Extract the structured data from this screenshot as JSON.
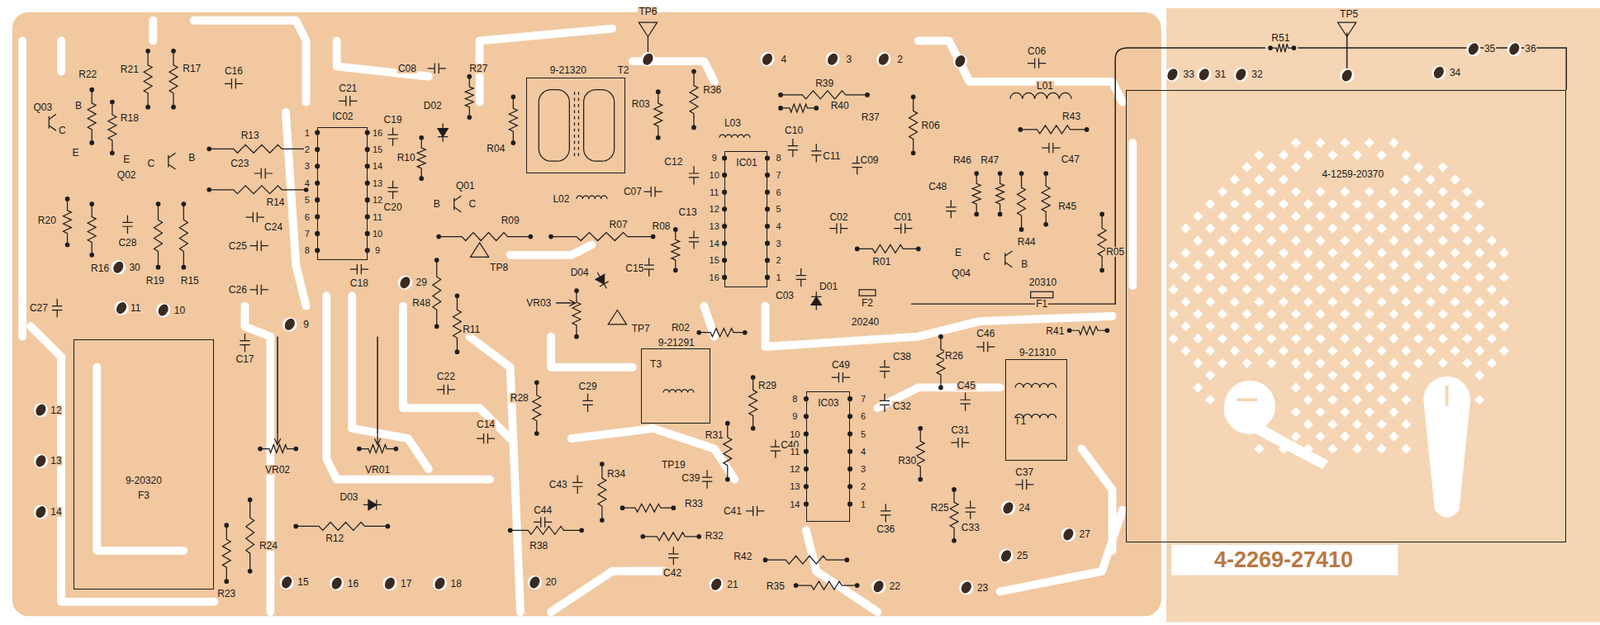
{
  "diagram": {
    "nodes": [
      {
        "text": [
          "IC02"
        ]
      },
      {
        "text": [
          "9-21320",
          "T2"
        ]
      },
      {
        "text": [
          "IC01"
        ]
      },
      {
        "text": [
          "4-1259-20370"
        ]
      },
      {
        "text": [
          "9-20320",
          "F3"
        ]
      },
      {
        "text": [
          "9-21291",
          "T3"
        ]
      },
      {
        "text": [
          "IC03"
        ]
      },
      {
        "text": [
          "9-21310",
          "T1"
        ]
      }
    ],
    "labels": [
      "R22",
      "R21",
      "R17",
      "C16",
      "Q03",
      "B",
      "C",
      "E",
      "R18",
      "R13",
      "E",
      "C",
      "B",
      "Q02",
      "C23",
      "R14",
      "C24",
      "R20",
      "C28",
      "R16",
      "30",
      "R19",
      "R15",
      "C25",
      "C26",
      "11",
      "10",
      "C27",
      "C17",
      "9",
      "12",
      "13",
      "14",
      "VR02",
      "VR01",
      "D03",
      "R12",
      "R23",
      "R24",
      "15",
      "16",
      "17",
      "18",
      "C21",
      "C08",
      "R27",
      "D02",
      "C19",
      "R10",
      "C20",
      "Q01",
      "B",
      "C",
      "R09",
      "R07",
      "TP8",
      "29",
      "C18",
      "R48",
      "R11",
      "VR03",
      "C22",
      "C14",
      "R28",
      "C29",
      "R04",
      "R03",
      "R36",
      "TP6",
      "L03",
      "C12",
      "L02",
      "C07",
      "R08",
      "C13",
      "D04",
      "C15",
      "TP7",
      "R02",
      "4",
      "3",
      "2",
      "R39",
      "R40",
      "R37",
      "C10",
      "C11",
      "C09",
      "R06",
      "C06",
      "L01",
      "R43",
      "C47",
      "R46",
      "R47",
      "C48",
      "R45",
      "R44",
      "C02",
      "C01",
      "R01",
      "C03",
      "D01",
      "F2",
      "20240",
      "E",
      "C",
      "B",
      "Q04",
      "20310",
      "F1",
      "R05",
      "R29",
      "C49",
      "C38",
      "C32",
      "R31",
      "C40",
      "R26",
      "C46",
      "R41",
      "C45",
      "C31",
      "R30",
      "R25",
      "C33",
      "C37",
      "24",
      "27",
      "25",
      "22",
      "23",
      "C36",
      "R42",
      "R35",
      "21",
      "C42",
      "R32",
      "R33",
      "C41",
      "TP19",
      "C39",
      "C43",
      "R34",
      "C44",
      "R38",
      "20",
      "R51",
      "TP5",
      "33",
      "31",
      "32",
      "35",
      "36",
      "34",
      "4-2269-27410",
      "1",
      "2",
      "3",
      "4",
      "5",
      "6",
      "7",
      "8",
      "16",
      "15",
      "14",
      "13",
      "12",
      "11",
      "10",
      "9",
      "9",
      "10",
      "11",
      "12",
      "13",
      "14",
      "15",
      "16",
      "8",
      "7",
      "6",
      "5",
      "4",
      "3",
      "2",
      "1",
      "8",
      "9",
      "10",
      "11",
      "12",
      "13",
      "14",
      "7",
      "6",
      "5",
      "4",
      "3",
      "2",
      "1"
    ]
  }
}
